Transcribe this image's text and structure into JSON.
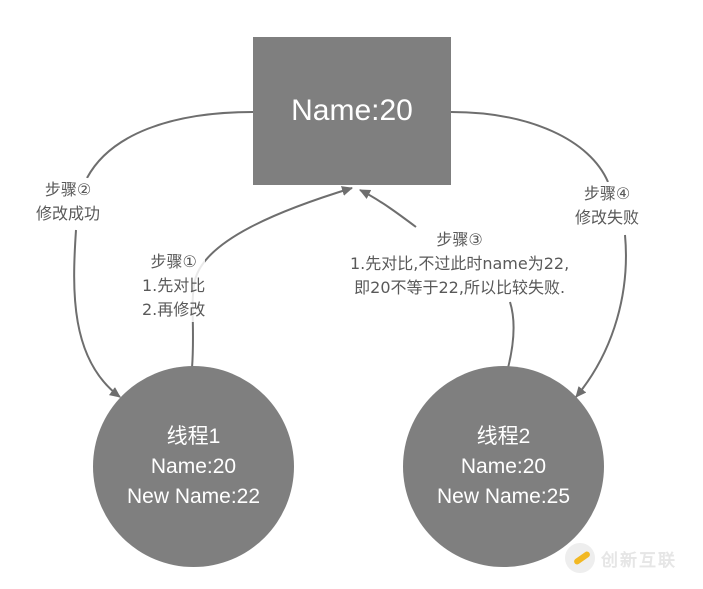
{
  "diagram": {
    "shared_variable": {
      "label": "Name:20",
      "fill": "#7f7f7f"
    },
    "threads": [
      {
        "title": "线程1",
        "name_line": "Name:20",
        "new_name_line": "New Name:22"
      },
      {
        "title": "线程2",
        "name_line": "Name:20",
        "new_name_line": "New Name:25"
      }
    ],
    "steps": {
      "step1": {
        "title": "步骤①",
        "lines": [
          "1.先对比",
          "2.再修改"
        ]
      },
      "step2": {
        "title": "步骤②",
        "lines": [
          "修改成功"
        ]
      },
      "step3": {
        "title": "步骤③",
        "lines": [
          "1.先对比,不过此时name为22,",
          "即20不等于22,所以比较失败."
        ]
      },
      "step4": {
        "title": "步骤④",
        "lines": [
          "修改失败"
        ]
      }
    },
    "colors": {
      "node": "#7f7f7f",
      "line": "#6e6e6e",
      "text": "#595959",
      "node_text": "#ffffff"
    }
  },
  "watermark": {
    "text": "创新互联"
  }
}
